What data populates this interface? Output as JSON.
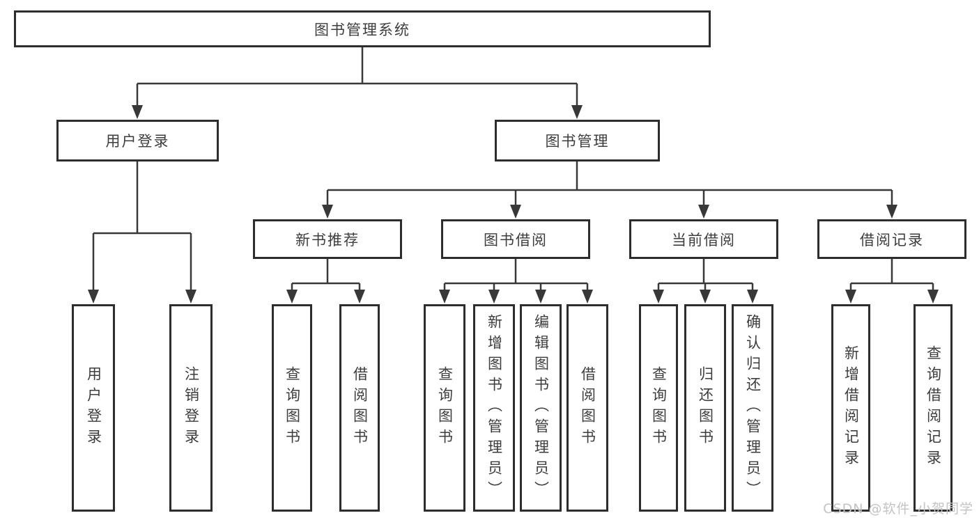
{
  "diagram": {
    "root": {
      "label": "图书管理系统"
    },
    "branches": [
      {
        "label": "用户登录",
        "children": [
          {
            "label": "用户登录"
          },
          {
            "label": "注销登录"
          }
        ]
      },
      {
        "label": "图书管理",
        "children": [
          {
            "label": "新书推荐",
            "children": [
              {
                "label": "查询图书"
              },
              {
                "label": "借阅图书"
              }
            ]
          },
          {
            "label": "图书借阅",
            "children": [
              {
                "label": "查询图书"
              },
              {
                "label": "新增图书（管理员）"
              },
              {
                "label": "编辑图书（管理员）"
              },
              {
                "label": "借阅图书"
              }
            ]
          },
          {
            "label": "当前借阅",
            "children": [
              {
                "label": "查询图书"
              },
              {
                "label": "归还图书"
              },
              {
                "label": "确认归还（管理员）"
              }
            ]
          },
          {
            "label": "借阅记录",
            "children": [
              {
                "label": "新增借阅记录"
              },
              {
                "label": "查询借阅记录"
              }
            ]
          }
        ]
      }
    ]
  },
  "watermark": {
    "text": "CSDN @软件_小贺同学"
  },
  "colors": {
    "line": "#383838",
    "box_border": "#2d2d2d",
    "text": "#3d3d3d",
    "watermark": "#c3c3c3",
    "background": "#ffffff"
  }
}
